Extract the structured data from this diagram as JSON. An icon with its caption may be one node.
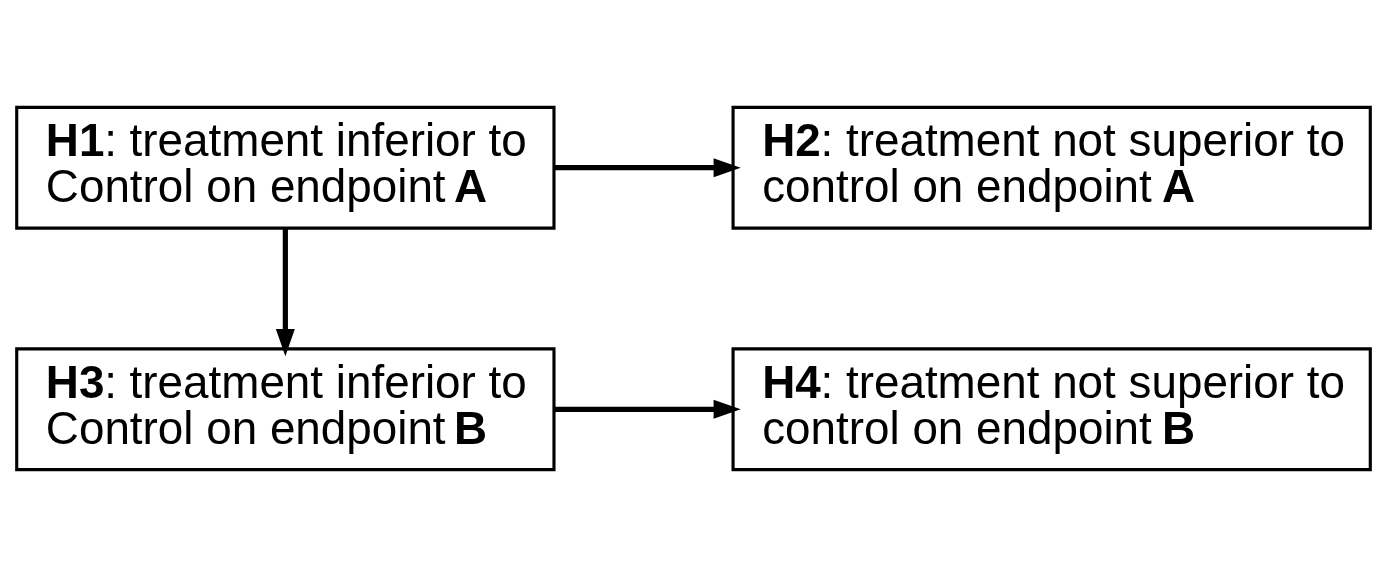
{
  "diagram": {
    "nodes": [
      {
        "text": [
          "**H1**: treatment inferior to Control on endpoint **A**"
        ]
      },
      {
        "text": [
          "**H2**: treatment not superior to control on endpoint **A**"
        ]
      },
      {
        "text": [
          "**H3**: treatment inferior to Control on endpoint **B**"
        ]
      },
      {
        "text": [
          "**H4**: treatment not superior to control on endpoint **B**"
        ]
      }
    ],
    "edges": [
      {
        "from": 0,
        "to": 1,
        "arrow": "to"
      },
      {
        "from": 0,
        "to": 2,
        "arrow": "to"
      },
      {
        "from": 2,
        "to": 3,
        "arrow": "to"
      }
    ]
  }
}
